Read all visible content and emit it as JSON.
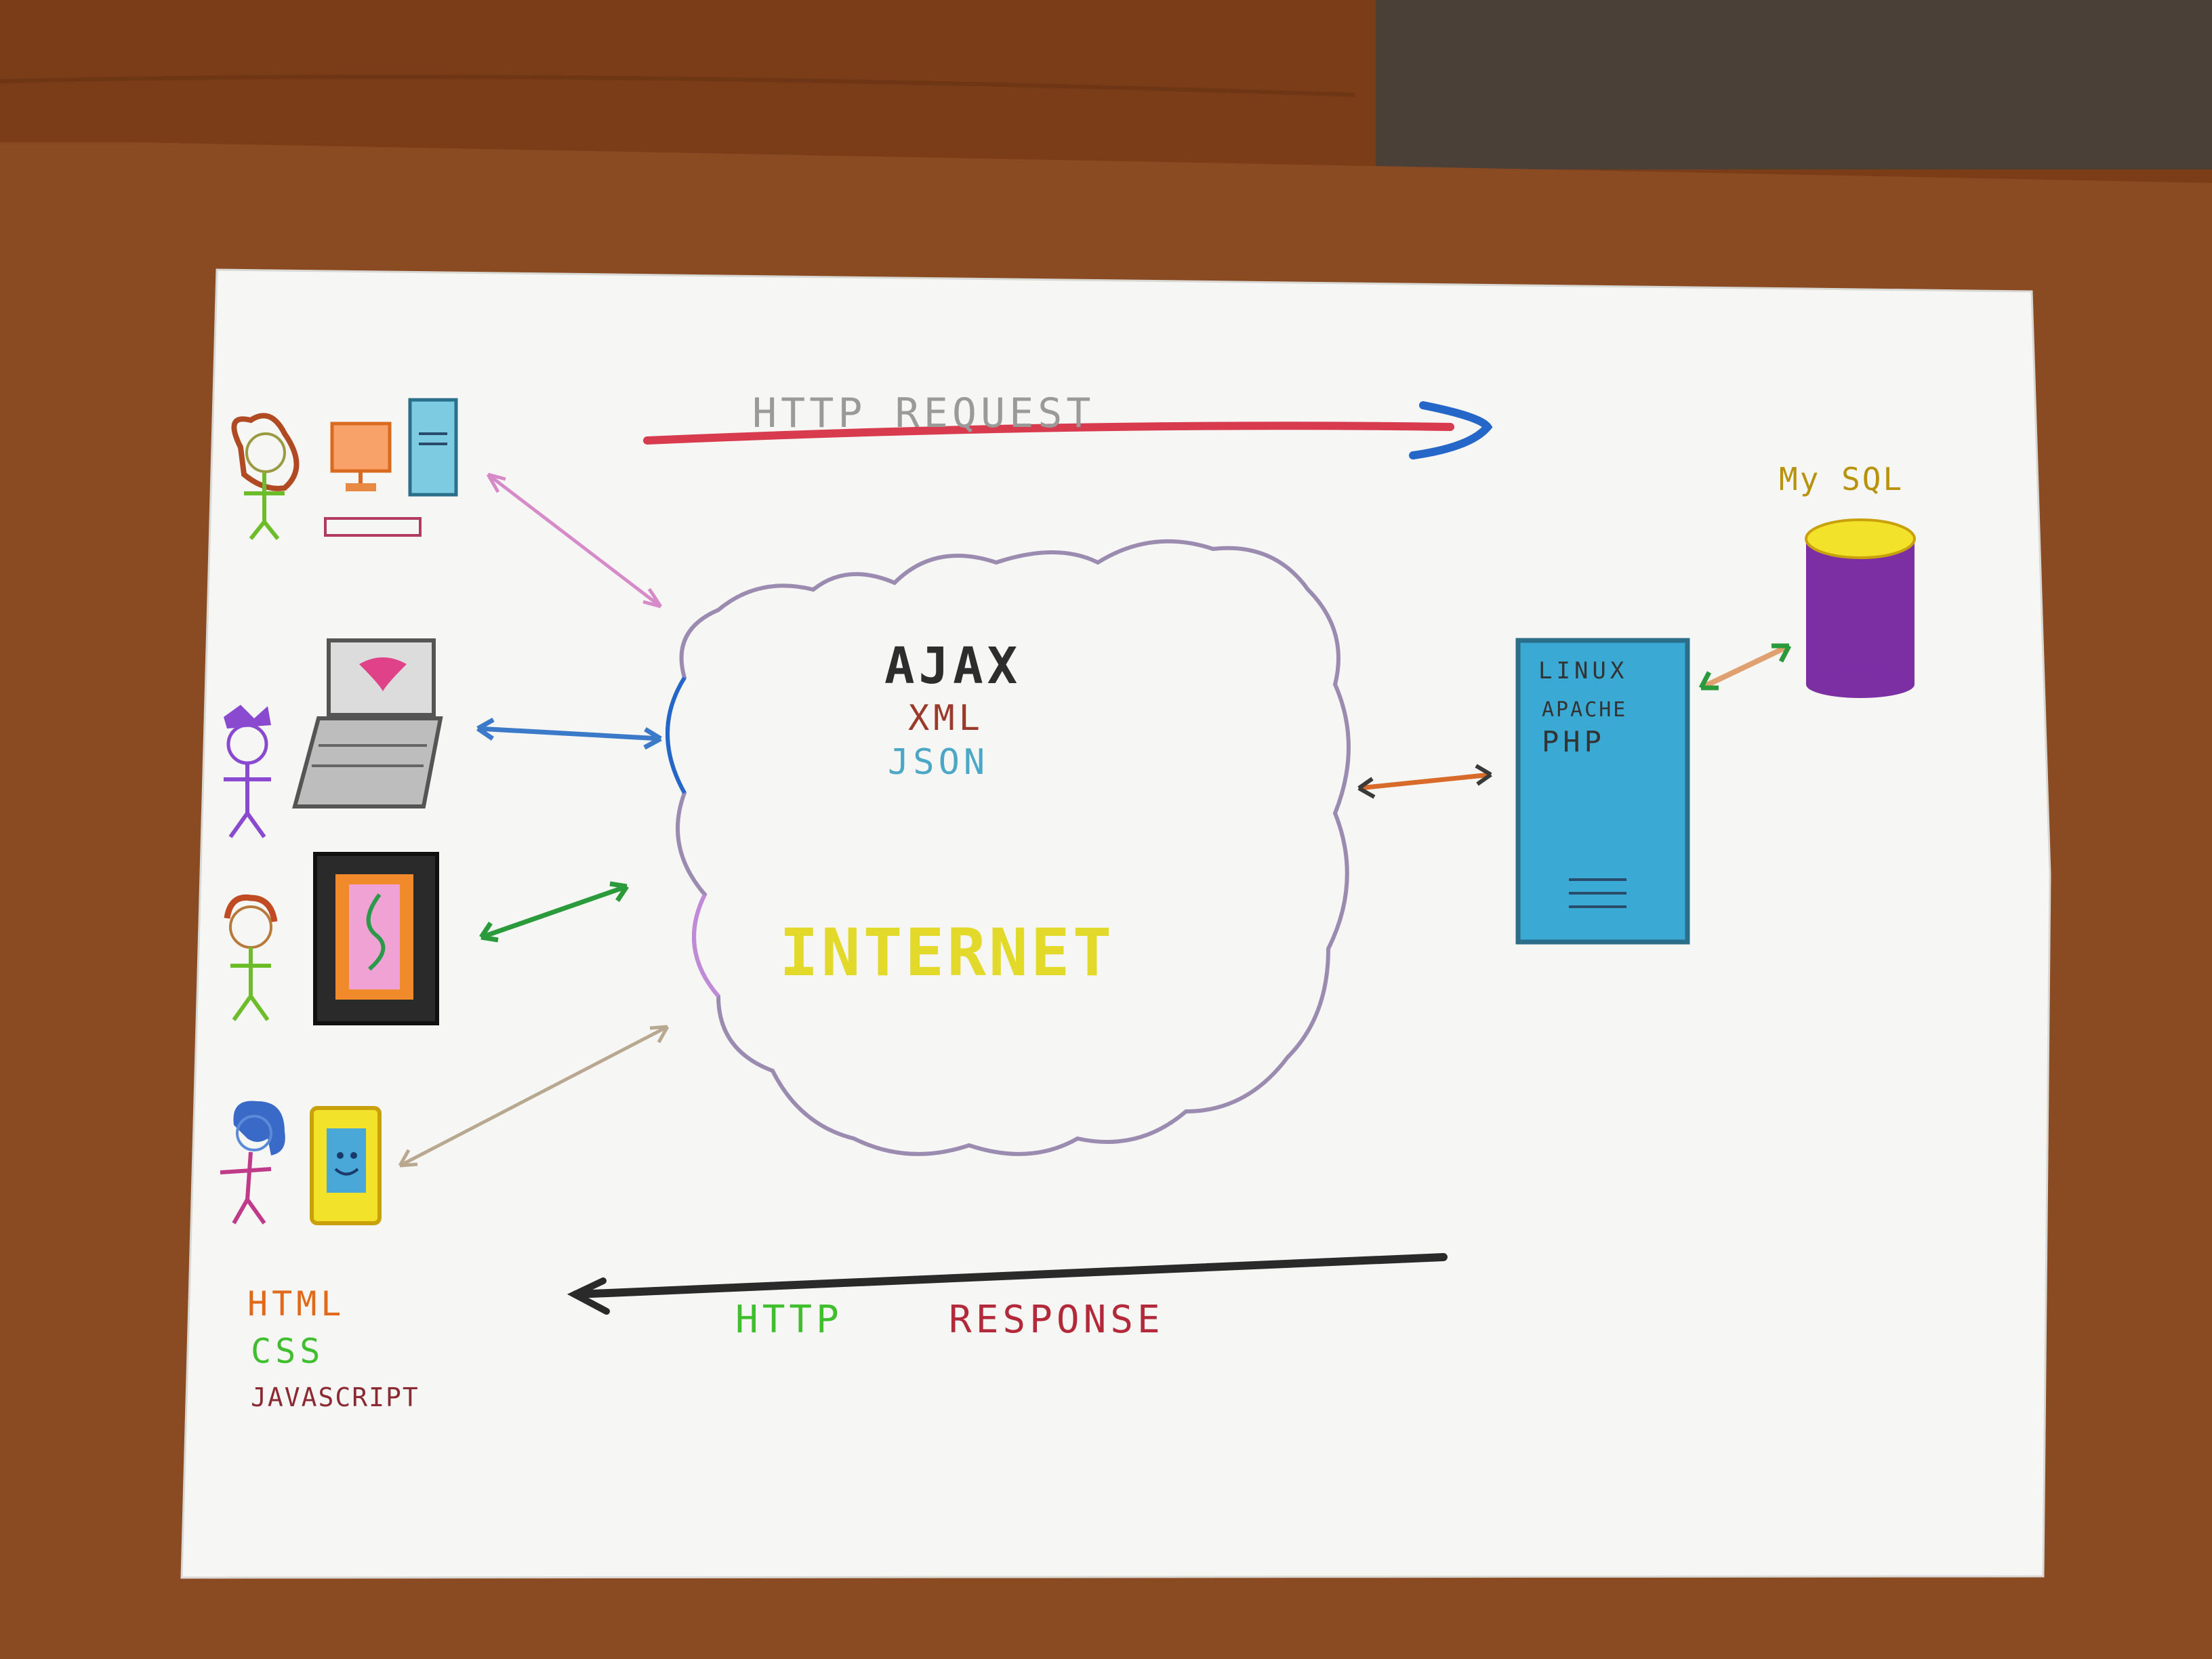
{
  "diagram": {
    "top_arrow_label": "HTTP REQUEST",
    "bottom_arrow_label_part1": "HTTP",
    "bottom_arrow_label_part2": "RESPONSE",
    "cloud": {
      "line1": "AJAX",
      "line2": "XML",
      "line3": "JSON",
      "title": "INTERNET"
    },
    "server": {
      "line1": "LINUX",
      "line2": "APACHE",
      "line3": "PHP"
    },
    "database_label": "My SQL",
    "client_technologies": [
      "HTML",
      "CSS",
      "JAVASCRIPT"
    ]
  },
  "colors": {
    "request_arrow": "#d83a4e",
    "request_arrowhead": "#2467c9",
    "response_arrow": "#2a2a2a",
    "ajax": "#2d2d2d",
    "xml": "#9a3a2a",
    "json": "#4aa7c6",
    "internet": "#e2d92a",
    "server": "#3aa9d4",
    "database_body": "#7b2fa3",
    "database_top": "#f2e22a",
    "html": "#e06a1a",
    "css": "#3fbf2e",
    "javascript": "#8b2a32",
    "http": "#3fbf2e",
    "response": "#b22a3a"
  },
  "clients": [
    {
      "person": "person-orange-hair",
      "device": "desktop-computer-icon"
    },
    {
      "person": "person-purple-hair",
      "device": "laptop-icon"
    },
    {
      "person": "person-green-body",
      "device": "tablet-icon"
    },
    {
      "person": "person-blue-hair",
      "device": "smartphone-icon"
    }
  ]
}
